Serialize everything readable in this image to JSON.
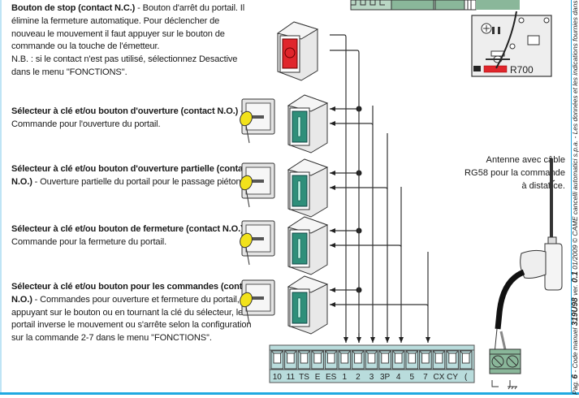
{
  "items": [
    {
      "title": "Bouton de stop (contact N.C.)",
      "text": " - Bouton d'arrêt du portail. Il élimine la fermeture automatique. Pour déclencher de nouveau le mouvement il faut appuyer sur le bouton de commande ou la touche de l'émetteur.",
      "note": "N.B. : si le contact n'est pas utilisé, sélectionnez Desactive dans le menu ''FONCTIONS''.",
      "device": "stop-button",
      "terminals": [
        "1",
        "2"
      ]
    },
    {
      "title": "Sélecteur à clé et/ou bouton d'ouverture (contact N.O.)",
      "text": " - Commande pour l'ouverture du portail.",
      "device": "key-selector-and-button",
      "terminals": [
        "2",
        "3"
      ]
    },
    {
      "title": "Sélecteur à clé et/ou bouton d'ouverture partielle (contact N.O.)",
      "text": " - Ouverture partielle du portail pour le passage piétons.",
      "device": "key-selector-and-button",
      "terminals": [
        "2",
        "3P"
      ]
    },
    {
      "title": "Sélecteur à clé et/ou bouton de fermeture (contact N.O.)",
      "text": " - Commande pour la fermeture du portail.",
      "device": "key-selector-and-button",
      "terminals": [
        "2",
        "4"
      ]
    },
    {
      "title": "Sélecteur à clé et/ou bouton pour les commandes (contact N.O.)",
      "text": " - Commandes pour ouverture et fermeture du portail, en appuyant sur le bouton ou en tournant la clé du sélecteur, le portail inverse le mouvement ou s'arrête selon la configuration sur la commande 2-7 dans le menu ''FONCTIONS''.",
      "device": "key-selector-and-button",
      "terminals": [
        "2",
        "7"
      ]
    }
  ],
  "antenna": {
    "label_line1": "Antenne avec câble",
    "label_line2": "RG58 pour la commande",
    "label_line3": "à distance."
  },
  "terminal_block": {
    "labels": [
      "10",
      "11",
      "TS",
      "E",
      "ES",
      "1",
      "2",
      "3",
      "3P",
      "4",
      "5",
      "7",
      "CX",
      "CY",
      "("
    ]
  },
  "radio_board": {
    "label": "R700"
  },
  "footer": {
    "page_prefix": "Pag.",
    "page_number": "6",
    "code_text": " - Code manuel ",
    "code": "319U98",
    "ver_text": " ver. ",
    "version": "0.1",
    "date": " 01/2009 ",
    "copyright": "© CAME cancelli automatici s.p.a. - Les données et les indications fournies dans ce manuel"
  },
  "colors": {
    "accent_blue": "#1fa9e1",
    "stop_red": "#e0262c",
    "button_green": "#2f8f7a",
    "key_yellow": "#f2e21b",
    "terminal_teal": "#b9dcdc",
    "board_green": "#8ab79a"
  }
}
